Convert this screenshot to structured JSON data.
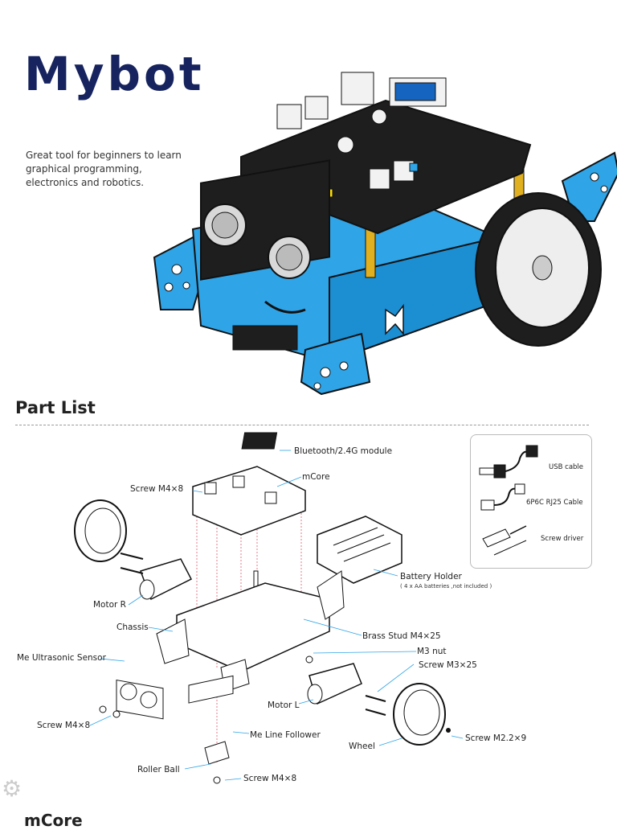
{
  "header": {
    "title": "Mybot",
    "tagline": "Great tool for beginners to learn graphical programming, electronics and robotics."
  },
  "part_list": {
    "title": "Part List",
    "labels": {
      "bluetooth": "Bluetooth/2.4G module",
      "mcore": "mCore",
      "screw_m4x8_top": "Screw M4×8",
      "motor_r": "Motor R",
      "chassis": "Chassis",
      "ultrasonic": "Me Ultrasonic Sensor",
      "screw_m4x8_left": "Screw M4×8",
      "roller_ball": "Roller Ball",
      "screw_m4x8_bottom": "Screw M4×8",
      "line_follower": "Me Line Follower",
      "motor_l": "Motor L",
      "wheel": "Wheel",
      "screw_m22x9": "Screw M2.2×9",
      "screw_m3x25": "Screw M3×25",
      "m3_nut": "M3 nut",
      "brass_stud": "Brass Stud M4×25",
      "battery_holder": "Battery Holder",
      "battery_note": "( 4 x AA batteries ,not included )"
    },
    "accessories": {
      "usb": "USB cable",
      "rj25": "6P6C RJ25 Cable",
      "screwdriver": "Screw driver"
    }
  },
  "footer": {
    "next_section": "mCore"
  },
  "colors": {
    "title": "#16235e",
    "chassis_blue": "#2fa4e7",
    "board_black": "#1e1e1e",
    "stud_gold": "#e0b020"
  }
}
